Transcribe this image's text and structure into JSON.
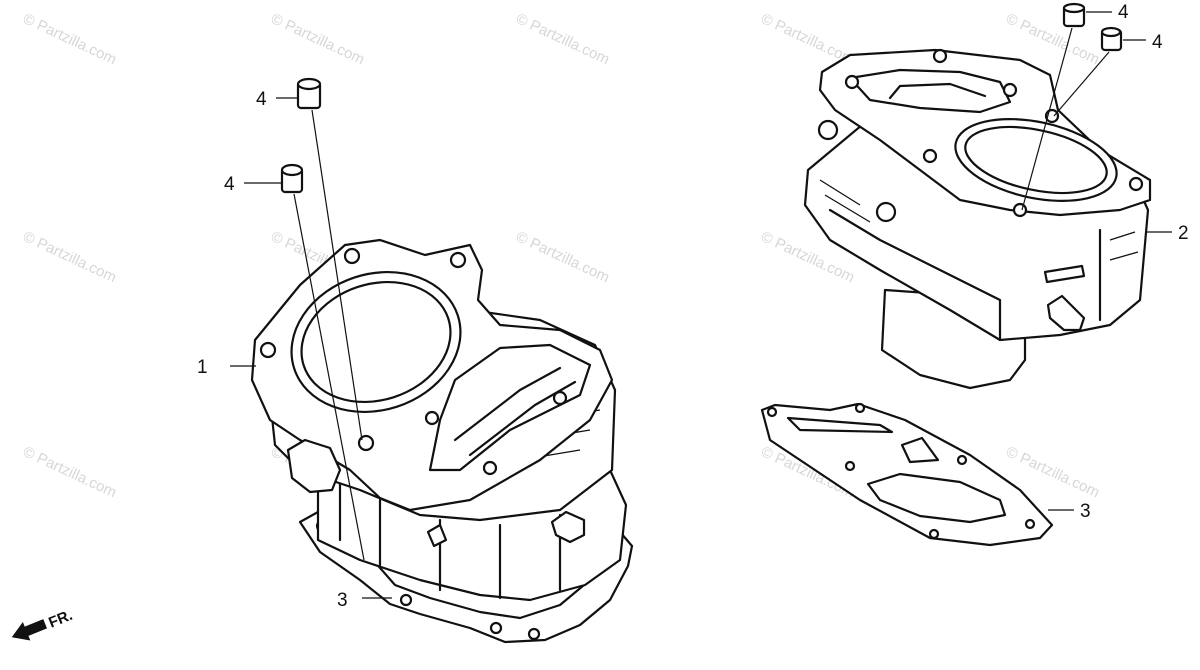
{
  "watermark": "© Partzilla.com",
  "callouts": {
    "left_cylinder": "1",
    "right_cylinder": "2",
    "left_gasket": "3",
    "right_gasket": "3",
    "dowel_left_upper": "4",
    "dowel_left_lower": "4",
    "dowel_right_a": "4",
    "dowel_right_b": "4"
  },
  "direction_marker": "FR.",
  "colors": {
    "ink": "#111111",
    "watermark": "#d7d7d7",
    "background": "#ffffff"
  },
  "icons": {
    "direction": "arrow-front-icon"
  }
}
